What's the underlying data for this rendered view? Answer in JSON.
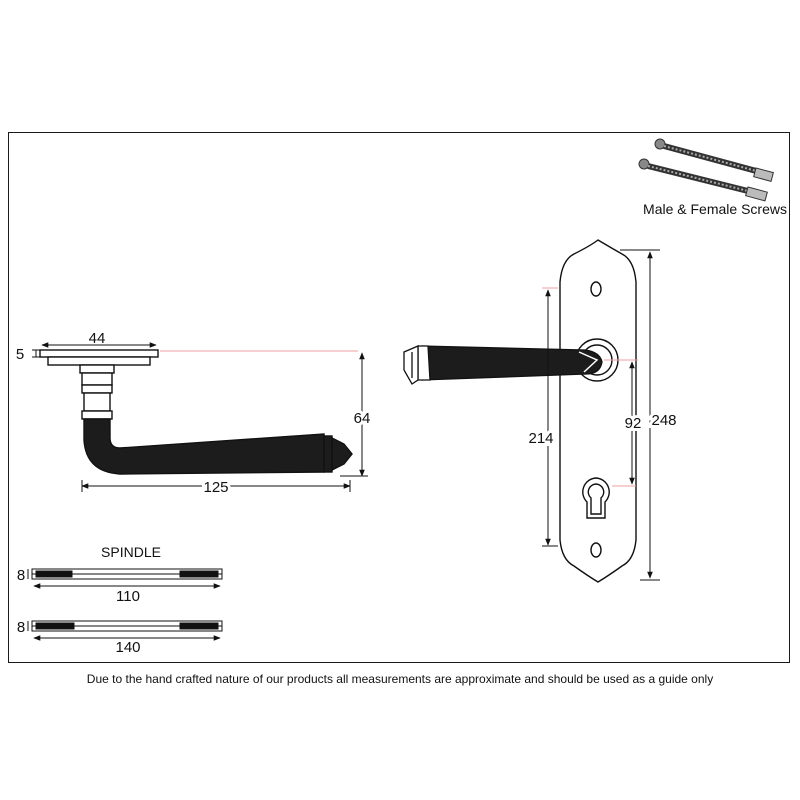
{
  "labels": {
    "screws": "Male & Female Screws",
    "spindle": "SPINDLE"
  },
  "dimensions": {
    "rose_width": "44",
    "rose_thickness": "5",
    "handle_height": "64",
    "handle_length": "125",
    "plate_centres": "214",
    "lever_to_keyhole": "92",
    "plate_height": "248",
    "spindle_short_thickness": "8",
    "spindle_short_length": "110",
    "spindle_long_thickness": "8",
    "spindle_long_length": "140"
  },
  "disclaimer": "Due to the hand crafted nature of our products all measurements are approximate and should be used as a guide only",
  "colors": {
    "line": "#111111",
    "guide": "#e8a0a0",
    "metal": "#1c1c1c"
  }
}
